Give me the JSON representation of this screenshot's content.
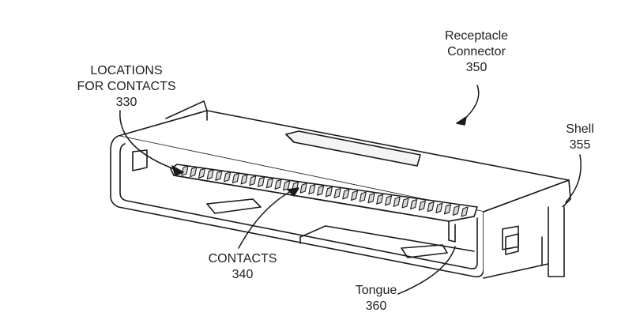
{
  "figure": {
    "title": "",
    "stroke_color": "#1a1a1a",
    "labels": {
      "receptacle": {
        "line1": "Receptacle",
        "line2": "Connector",
        "number": "350"
      },
      "locations": {
        "line1": "LOCATIONS",
        "line2": "FOR CONTACTS",
        "number": "330"
      },
      "shell": {
        "line1": "Shell",
        "number": "355"
      },
      "contacts": {
        "line1": "CONTACTS",
        "number": "340"
      },
      "tongue": {
        "line1": "Tongue",
        "number": "360"
      }
    }
  }
}
